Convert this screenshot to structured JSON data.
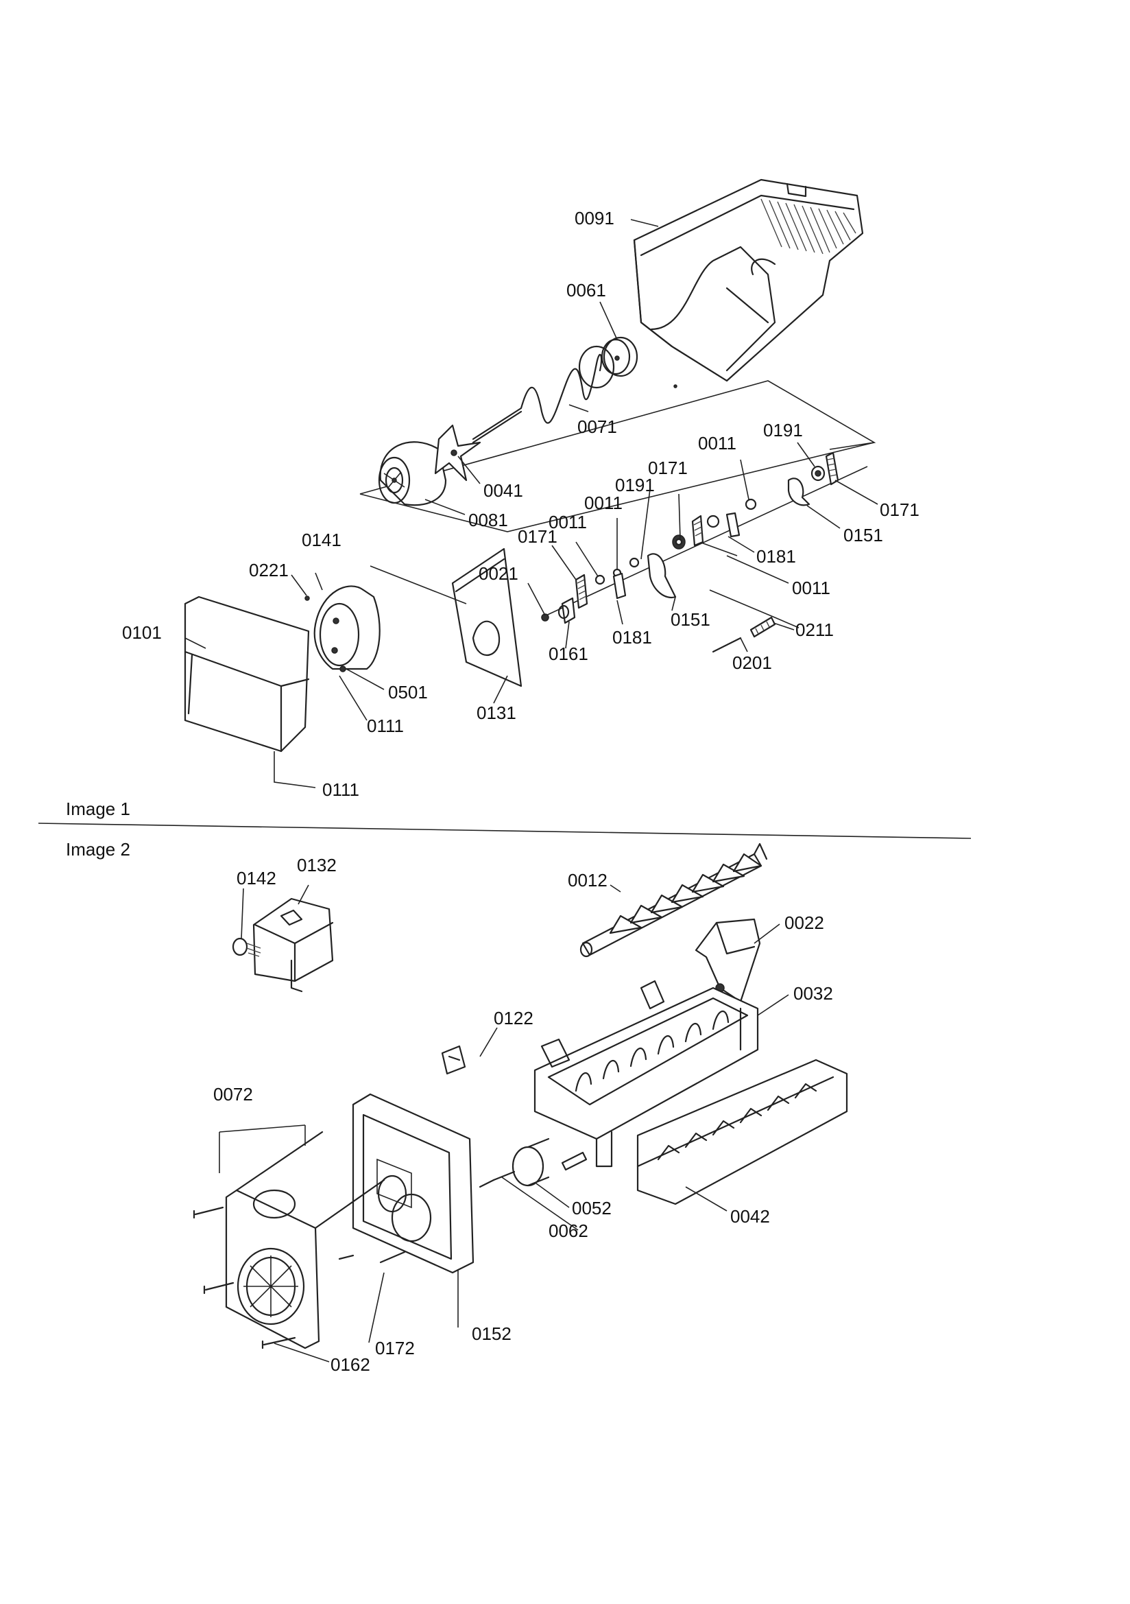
{
  "image1": {
    "title": "Image 1",
    "callouts": {
      "c0091": "0091",
      "c0061": "0061",
      "c0071": "0071",
      "c0041": "0041",
      "c0081": "0081",
      "c0011a": "0011",
      "c0191a": "0191",
      "c0171a": "0171",
      "c0171b": "0171",
      "c0151a": "0151",
      "c0181a": "0181",
      "c0011b": "0011",
      "c0011c": "0011",
      "c0191b": "0191",
      "c0011d": "0011",
      "c0171c": "0171",
      "c0021": "0021",
      "c0141": "0141",
      "c0221": "0221",
      "c0101": "0101",
      "c0161": "0161",
      "c0181b": "0181",
      "c0151b": "0151",
      "c0211": "0211",
      "c0201": "0201",
      "c0501": "0501",
      "c0131": "0131",
      "c0111a": "0111",
      "c0111b": "0111"
    }
  },
  "image2": {
    "title": "Image 2",
    "callouts": {
      "c0142": "0142",
      "c0132": "0132",
      "c0012": "0012",
      "c0022": "0022",
      "c0032": "0032",
      "c0122": "0122",
      "c0072": "0072",
      "c0052": "0052",
      "c0062": "0062",
      "c0042": "0042",
      "c0152": "0152",
      "c0172": "0172",
      "c0162": "0162"
    }
  }
}
